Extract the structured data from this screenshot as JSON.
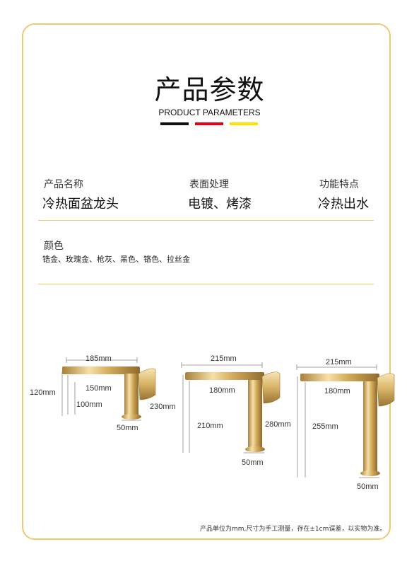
{
  "header": {
    "title": "产品参数",
    "subtitle": "PRODUCT PARAMETERS",
    "accent_colors": [
      "#111111",
      "#e60012",
      "#ffe100"
    ]
  },
  "params": [
    {
      "label": "产品名称",
      "value": "冷热面盆龙头"
    },
    {
      "label": "表面处理",
      "value": "电镀、烤漆"
    },
    {
      "label": "功能特点",
      "value": "冷热出水"
    }
  ],
  "colors": {
    "label": "颜色",
    "value": "锆金、玫瑰金、枪灰、黑色、铬色、拉丝金"
  },
  "faucets": [
    {
      "spout_length": "185mm",
      "spout_reach": "150mm",
      "height": "120mm",
      "outlet_height": "100mm",
      "base": "50mm"
    },
    {
      "spout_length": "215mm",
      "spout_reach": "180mm",
      "height": "230mm",
      "outlet_height": "210mm",
      "base": "50mm"
    },
    {
      "spout_length": "215mm",
      "spout_reach": "180mm",
      "height": "280mm",
      "outlet_height": "255mm",
      "base": "50mm"
    }
  ],
  "footnote": "产品单位为mm,尺寸为手工测量，存在±1cm误差，以实物为准。",
  "theme": {
    "border": "#f0c870",
    "gold": "#d9b36a"
  }
}
